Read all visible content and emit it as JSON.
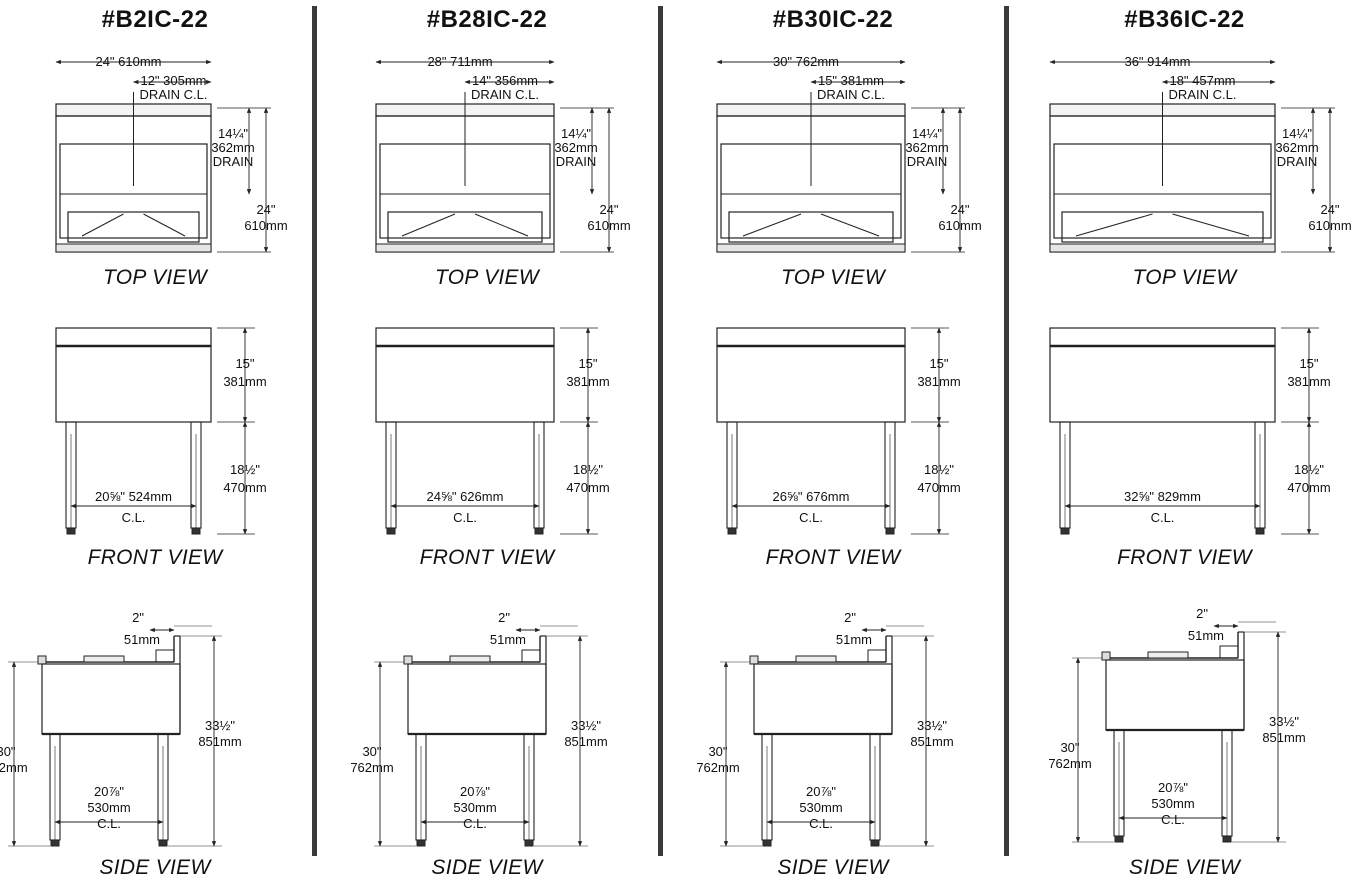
{
  "views": {
    "top": "TOP VIEW",
    "front": "FRONT VIEW",
    "side": "SIDE VIEW"
  },
  "common": {
    "drain_cl": "DRAIN C.L.",
    "drain": "DRAIN",
    "drain_depth_in": "14¼\"",
    "drain_depth_mm": "362mm",
    "depth_in": "24\"",
    "depth_mm": "610mm",
    "tub_in": "15\"",
    "tub_mm": "381mm",
    "leg_in": "18½\"",
    "leg_mm": "470mm",
    "splash_in": "2\"",
    "splash_mm": "51mm",
    "height_in": "30\"",
    "height_mm": "762mm",
    "overall_in": "33½\"",
    "overall_mm": "851mm",
    "side_cl_in": "20⅞\"",
    "side_cl_mm": "530mm",
    "cl": "C.L."
  },
  "models": [
    {
      "title": "#B2IC-22",
      "width_label": "24\" 610mm",
      "drain_label": "12\" 305mm",
      "front_cl_label": "20⅝\" 524mm"
    },
    {
      "title": "#B28IC-22",
      "width_label": "28\" 711mm",
      "drain_label": "14\" 356mm",
      "front_cl_label": "24⅝\" 626mm"
    },
    {
      "title": "#B30IC-22",
      "width_label": "30\" 762mm",
      "drain_label": "15\" 381mm",
      "front_cl_label": "26⅝\" 676mm"
    },
    {
      "title": "#B36IC-22",
      "width_label": "36\" 914mm",
      "drain_label": "18\" 457mm",
      "front_cl_label": "32⅝\" 829mm"
    }
  ]
}
